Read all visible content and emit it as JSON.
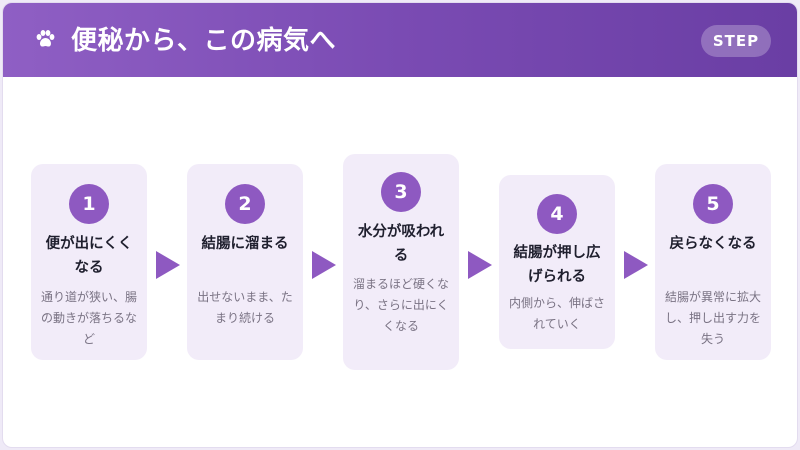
{
  "header": {
    "title": "便秘から、この病気へ",
    "badge": "STEP",
    "icon": "paw-icon",
    "gradient": [
      "#8f5fc4",
      "#6a3ea4"
    ]
  },
  "accent": "#8e59c1",
  "card_bg": "#f2ecf9",
  "steps": [
    {
      "num": "1",
      "title": "便が出にくくなる",
      "desc": "通り道が狭い、腸の動きが落ちるなど"
    },
    {
      "num": "2",
      "title": "結腸に溜まる",
      "desc": "出せないまま、たまり続ける"
    },
    {
      "num": "3",
      "title": "水分が吸われる",
      "desc": "溜まるほど硬くなり、さらに出にくくなる"
    },
    {
      "num": "4",
      "title": "結腸が押し広げられる",
      "desc": "内側から、伸ばされていく"
    },
    {
      "num": "5",
      "title": "戻らなくなる",
      "desc": "結腸が異常に拡大し、押し出す力を失う"
    }
  ]
}
